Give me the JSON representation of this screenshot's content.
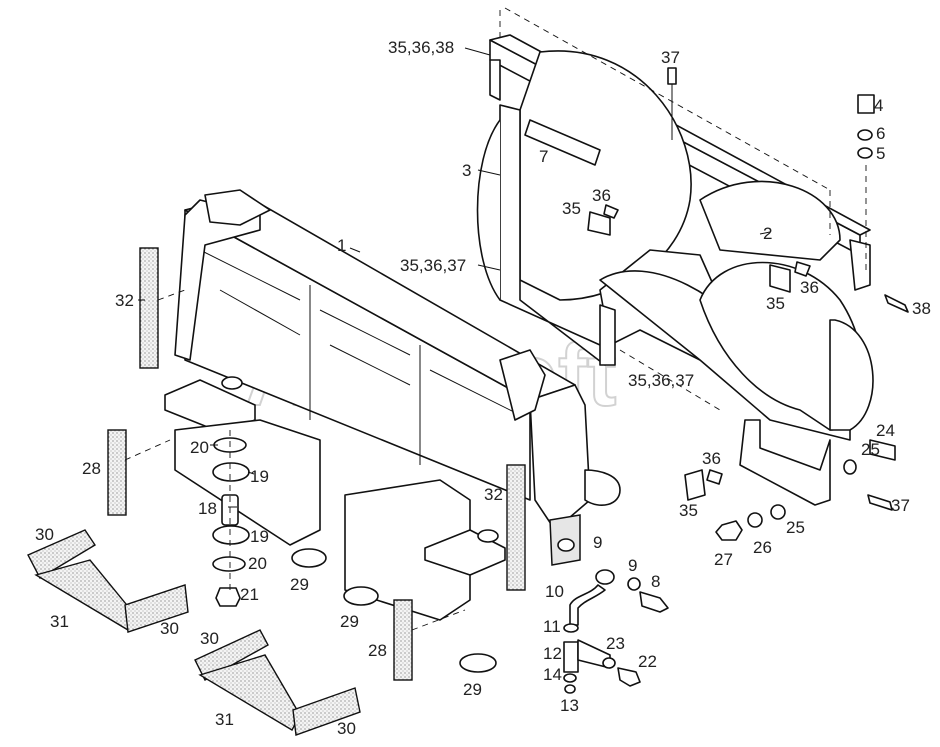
{
  "watermark": "AutoSoft",
  "callouts": {
    "c_35_36_38": "35,36,38",
    "c_37_top": "37",
    "c_4": "4",
    "c_6": "6",
    "c_5": "5",
    "c_7": "7",
    "c_3": "3",
    "c_36_a": "36",
    "c_35_a": "35",
    "c_1": "1",
    "c_2": "2",
    "c_35_36_37_a": "35,36,37",
    "c_32_left": "32",
    "c_35_b": "35",
    "c_36_b": "36",
    "c_38": "38",
    "c_35_36_37_b": "35,36,37",
    "c_20_a": "20",
    "c_19_a": "19",
    "c_28_left": "28",
    "c_18": "18",
    "c_19_b": "19",
    "c_20_b": "20",
    "c_21": "21",
    "c_29_a": "29",
    "c_30_a": "30",
    "c_31_a": "31",
    "c_30_b": "30",
    "c_32_right": "32",
    "c_9_a": "9",
    "c_9_b": "9",
    "c_8": "8",
    "c_10": "10",
    "c_29_b": "29",
    "c_11": "11",
    "c_12": "12",
    "c_14": "14",
    "c_13": "13",
    "c_23": "23",
    "c_22": "22",
    "c_28_right": "28",
    "c_29_c": "29",
    "c_30_c": "30",
    "c_31_b": "31",
    "c_30_d": "30",
    "c_24": "24",
    "c_25_a": "25",
    "c_36_c": "36",
    "c_35_c": "35",
    "c_37_b": "37",
    "c_25_b": "25",
    "c_27": "27",
    "c_26": "26"
  }
}
